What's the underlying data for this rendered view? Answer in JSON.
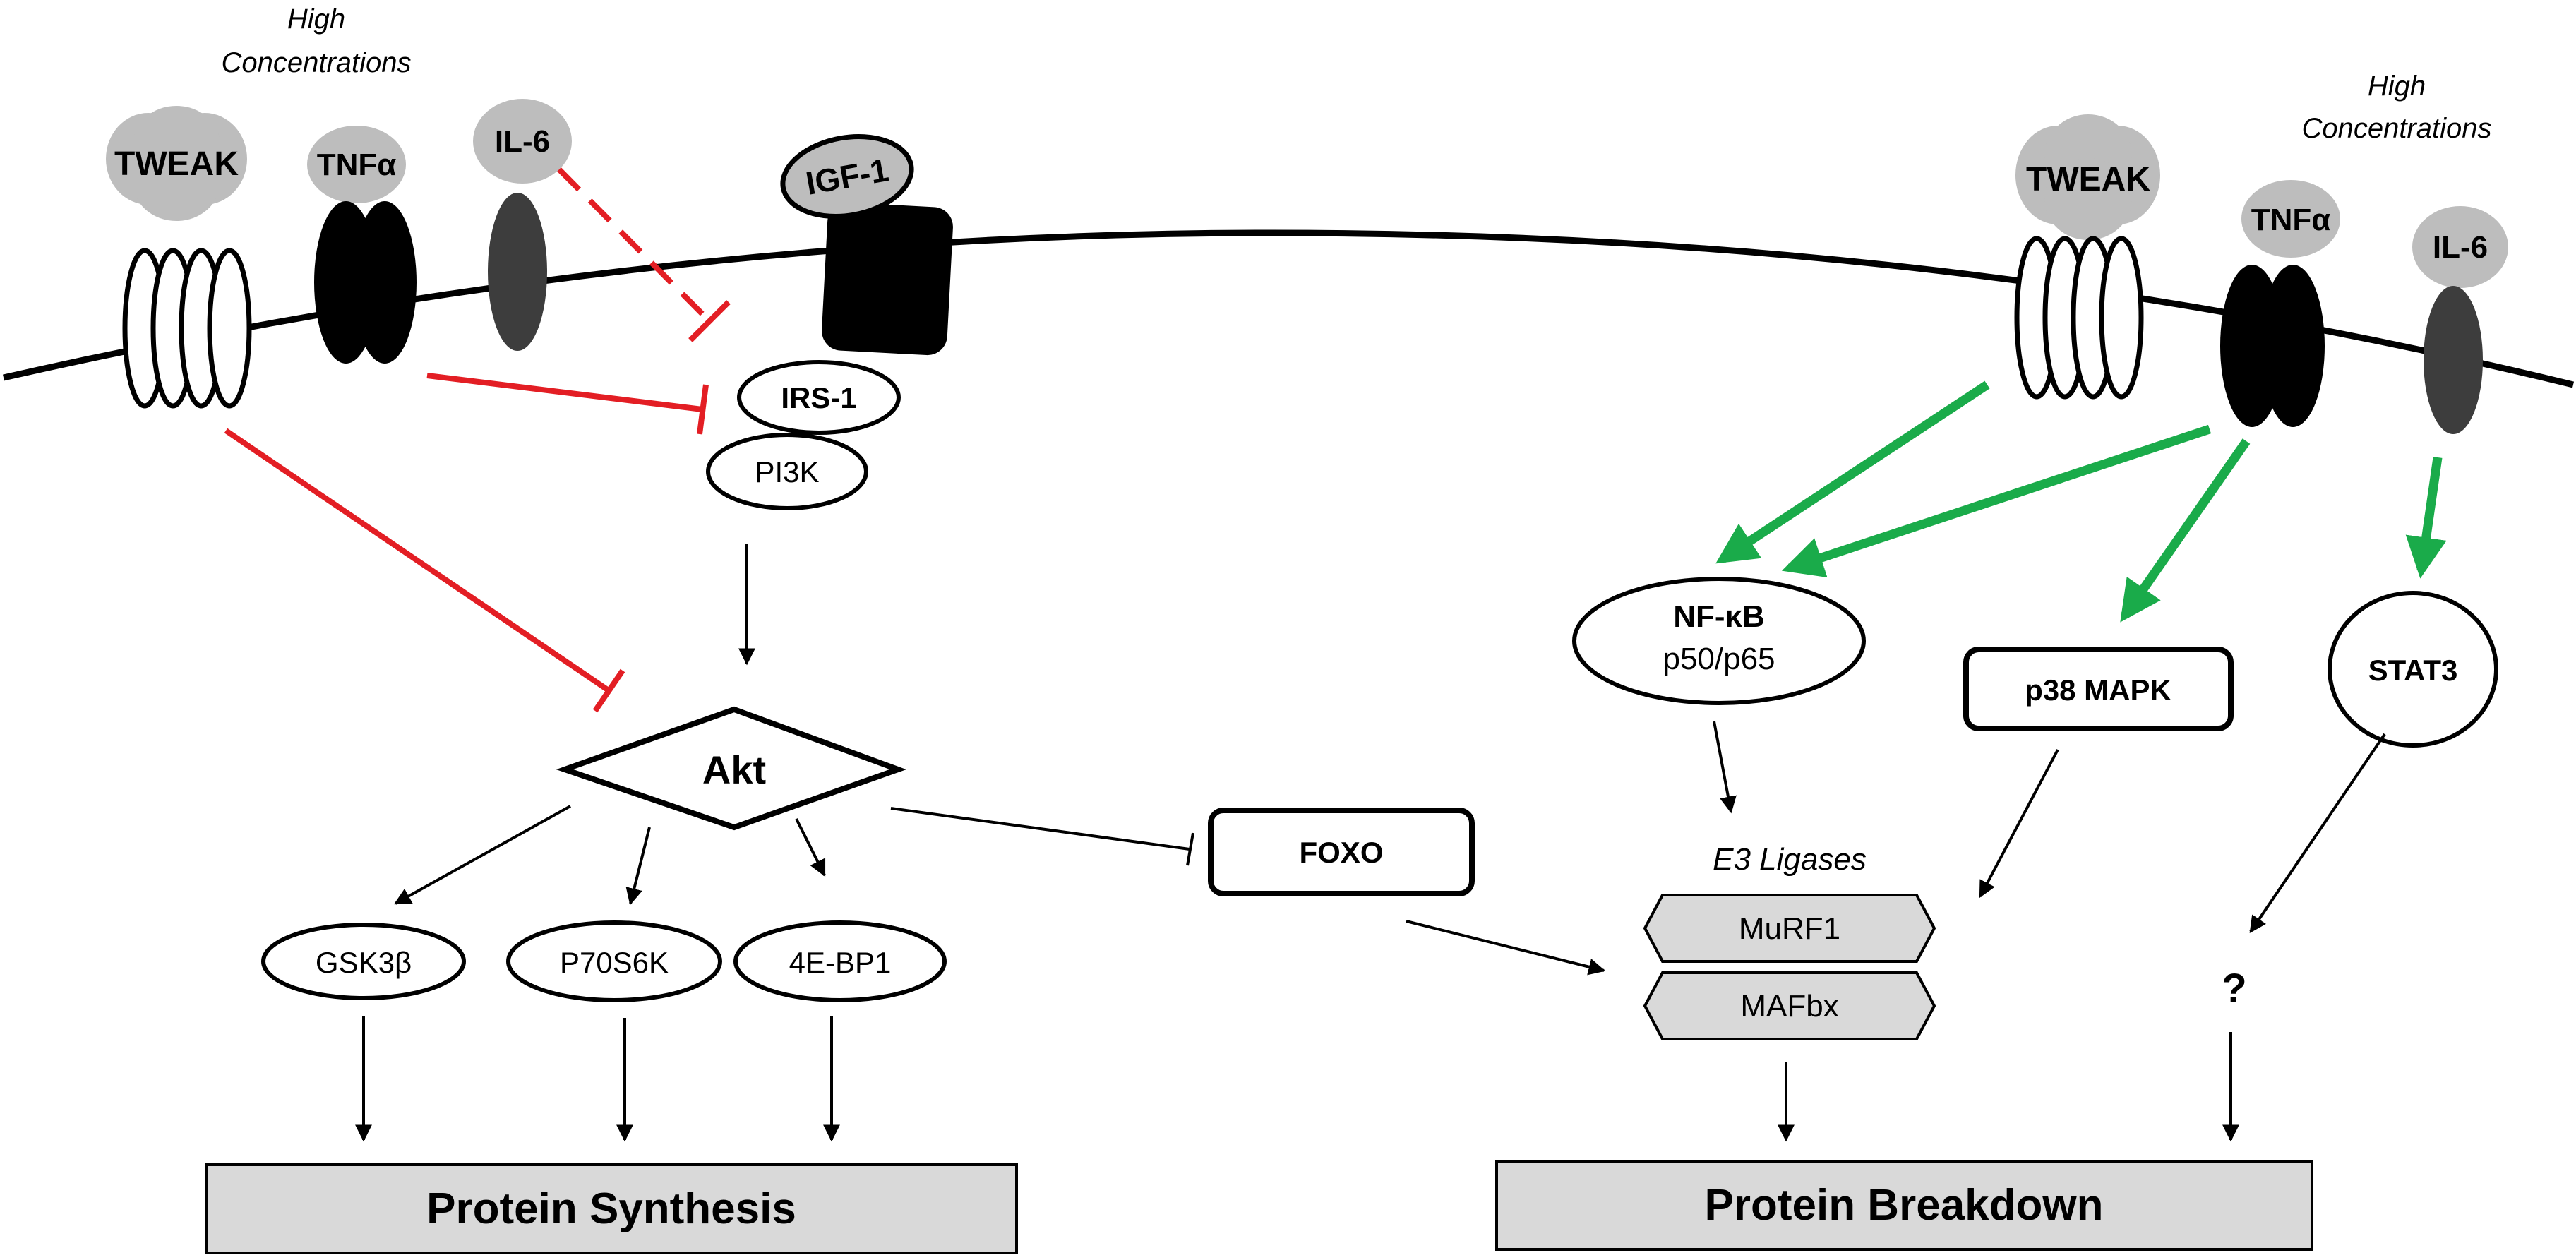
{
  "labels": {
    "high_conc_left_1": "High",
    "high_conc_left_2": "Concentrations",
    "high_conc_right_1": "High",
    "high_conc_right_2": "Concentrations",
    "tweak_left": "TWEAK",
    "tnfa_left": "TNFα",
    "il6_left": "IL-6",
    "igf1": "IGF-1",
    "irs1": "IRS-1",
    "pi3k": "PI3K",
    "akt": "Akt",
    "gsk3b": "GSK3β",
    "p70s6k": "P70S6K",
    "4ebp1": "4E-BP1",
    "protein_synthesis": "Protein Synthesis",
    "foxo": "FOXO",
    "tweak_right": "TWEAK",
    "tnfa_right": "TNFα",
    "il6_right": "IL-6",
    "nfkb_1": "NF-κB",
    "nfkb_2": "p50/p65",
    "p38": "p38 MAPK",
    "stat3": "STAT3",
    "e3_ligases": "E3 Ligases",
    "murf1": "MuRF1",
    "mafbx": "MAFbx",
    "question": "?",
    "protein_breakdown": "Protein Breakdown"
  },
  "colors": {
    "inhibit_red": "#e31e24",
    "activate_green": "#1aab4a",
    "ligand_grey": "#bdbdbd",
    "receptor_dark": "#3d3d3d",
    "box_grey": "#d9d9d9"
  }
}
